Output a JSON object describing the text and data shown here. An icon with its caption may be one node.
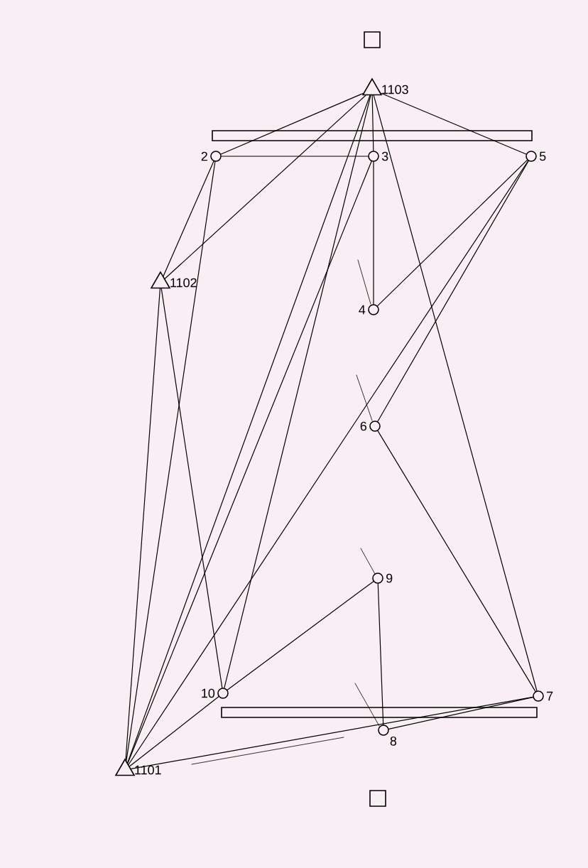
{
  "diagram": {
    "nodes": [
      {
        "text": [],
        "shape": "box"
      },
      {
        "text": [
          "1103"
        ]
      },
      {
        "text": [],
        "shape": "bar"
      },
      {
        "text": [
          "2"
        ]
      },
      {
        "text": [
          "3"
        ]
      },
      {
        "text": [
          "5"
        ]
      },
      {
        "text": [
          "1102"
        ]
      },
      {
        "text": [
          "4"
        ]
      },
      {
        "text": [
          "6"
        ]
      },
      {
        "text": [
          "9"
        ]
      },
      {
        "text": [
          "10"
        ]
      },
      {
        "text": [
          "7"
        ]
      },
      {
        "text": [],
        "shape": "bar"
      },
      {
        "text": [
          "8"
        ]
      },
      {
        "text": [
          "1101"
        ]
      },
      {
        "text": [],
        "shape": "box"
      }
    ],
    "edges": [
      {
        "from": 1,
        "to": 3,
        "arrow": "none"
      },
      {
        "from": 1,
        "to": 6,
        "arrow": "none"
      },
      {
        "from": 1,
        "to": 4,
        "arrow": "none"
      },
      {
        "from": 1,
        "to": 5,
        "arrow": "none"
      },
      {
        "from": 1,
        "to": 11,
        "arrow": "none"
      },
      {
        "from": 1,
        "to": 14,
        "arrow": "none"
      },
      {
        "from": 1,
        "to": 10,
        "arrow": "none"
      },
      {
        "from": 3,
        "to": 4,
        "arrow": "none"
      },
      {
        "from": 3,
        "to": 6,
        "arrow": "none"
      },
      {
        "from": 3,
        "to": 14,
        "arrow": "none"
      },
      {
        "from": 4,
        "to": 7,
        "arrow": "none"
      },
      {
        "from": 4,
        "to": 14,
        "arrow": "none"
      },
      {
        "from": 5,
        "to": 7,
        "arrow": "none"
      },
      {
        "from": 5,
        "to": 8,
        "arrow": "none"
      },
      {
        "from": 5,
        "to": 14,
        "arrow": "none"
      },
      {
        "from": 6,
        "to": 14,
        "arrow": "none"
      },
      {
        "from": 6,
        "to": 10,
        "arrow": "none"
      },
      {
        "from": 8,
        "to": 11,
        "arrow": "none"
      },
      {
        "from": 9,
        "to": 10,
        "arrow": "none"
      },
      {
        "from": 9,
        "to": 13,
        "arrow": "none"
      },
      {
        "from": 10,
        "to": 14,
        "arrow": "none"
      },
      {
        "from": 11,
        "to": 14,
        "arrow": "none"
      },
      {
        "from": 11,
        "to": 13,
        "arrow": "none"
      }
    ]
  }
}
